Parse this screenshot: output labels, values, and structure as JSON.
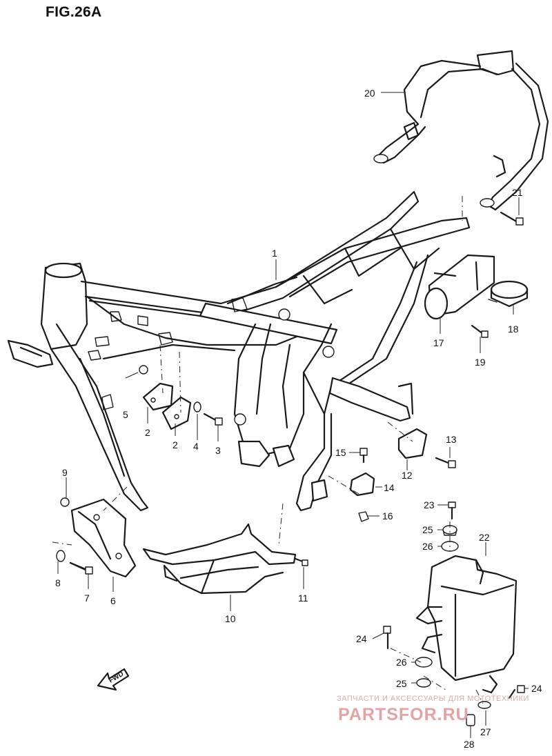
{
  "figure": {
    "title": "FIG.26A"
  },
  "callouts": [
    "1",
    "2",
    "2",
    "3",
    "4",
    "5",
    "6",
    "7",
    "8",
    "9",
    "10",
    "11",
    "12",
    "13",
    "14",
    "15",
    "16",
    "17",
    "18",
    "19",
    "20",
    "21",
    "22",
    "23",
    "24",
    "24",
    "25",
    "25",
    "26",
    "26",
    "27",
    "28"
  ],
  "direction_arrow": {
    "label": "FWD"
  },
  "watermark": {
    "tagline": "ЗАПЧАСТИ И АКСЕССУАРЫ ДЛЯ МОТОТЕХНИКИ",
    "brand": "PARTSFOR.RU",
    "color": "#e3a3a3"
  }
}
